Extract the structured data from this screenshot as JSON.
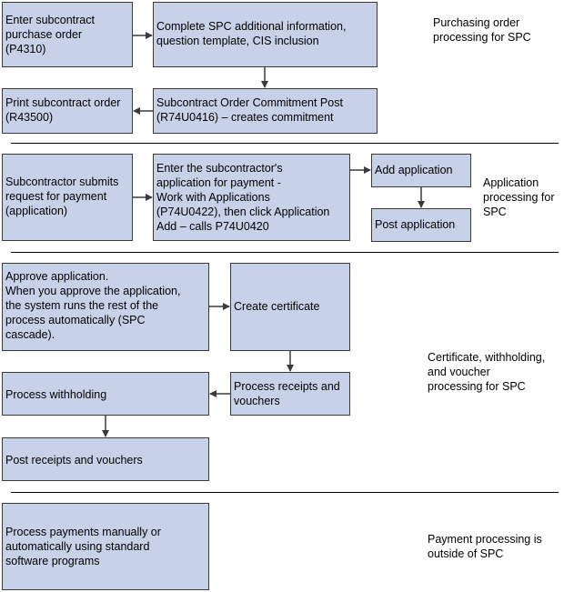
{
  "boxes": {
    "enter_po": "Enter subcontract\npurchase order\n(P4310)",
    "complete_spc": "Complete SPC additional information,\nquestion template, CIS inclusion",
    "print_order": "Print subcontract order\n(R43500)",
    "commitment_post": "Subcontract Order Commitment Post\n(R74U0416) – creates commitment",
    "submit_request": "Subcontractor submits\nrequest for payment\n(application)",
    "enter_application": "Enter the subcontractor's\napplication for payment -\nWork with Applications\n(P74U0422), then click Application\nAdd – calls P74U0420",
    "add_application": "Add application",
    "post_application": "Post application",
    "approve_application": "Approve application.\nWhen you approve the application,\nthe system runs the rest of the\nprocess automatically (SPC\ncascade).",
    "create_certificate": "Create certificate",
    "process_receipts": "Process receipts and\nvouchers",
    "process_withholding": "Process withholding",
    "post_receipts": "Post receipts and vouchers",
    "process_payments": "Process payments manually or\nautomatically using standard\nsoftware programs"
  },
  "section_labels": {
    "purchasing": "Purchasing order\nprocessing for SPC",
    "application": "Application\nprocessing for\nSPC",
    "certificate": "Certificate, withholding,\nand voucher\nprocessing for SPC",
    "payment": "Payment processing is\noutside of SPC"
  },
  "colors": {
    "box_fill": "#c7d2e8",
    "box_border": "#3a3a3a",
    "divider": "#000000"
  }
}
